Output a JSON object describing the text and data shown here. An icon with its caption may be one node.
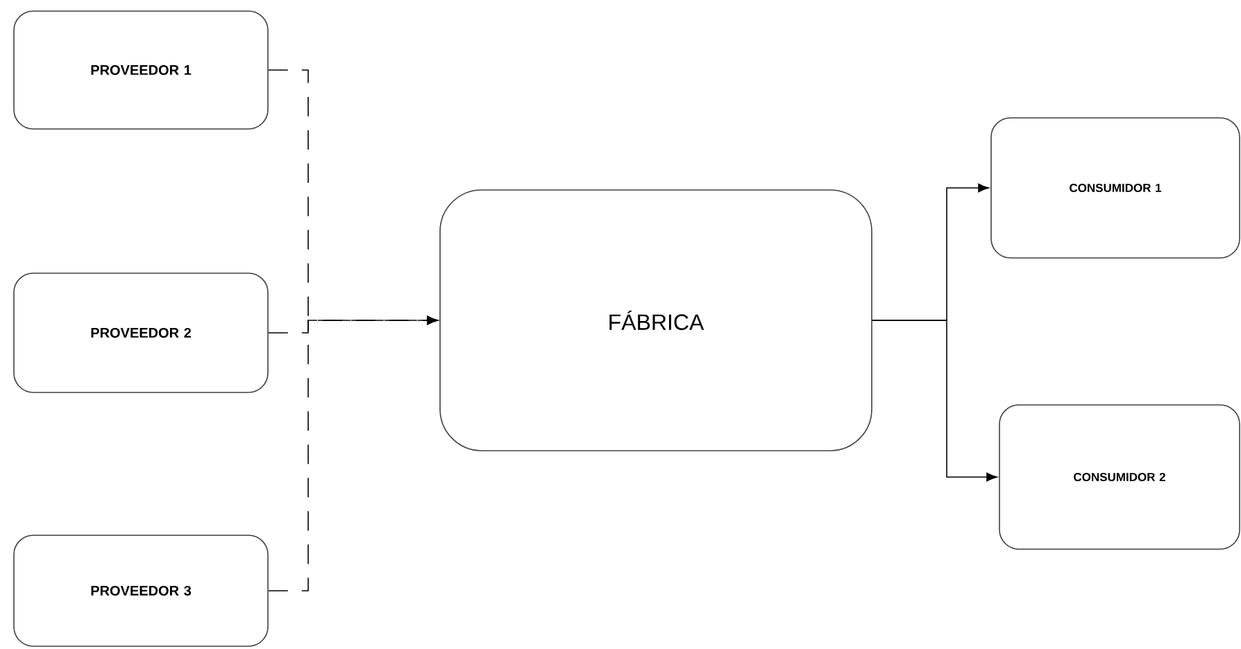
{
  "diagram": {
    "nodes": [
      {
        "text": [
          "PROVEEDOR 1"
        ]
      },
      {
        "text": [
          "PROVEEDOR 2"
        ]
      },
      {
        "text": [
          "PROVEEDOR 3"
        ]
      },
      {
        "text": [
          "FÁBRICA"
        ]
      },
      {
        "text": [
          "CONSUMIDOR 1"
        ]
      },
      {
        "text": [
          "CONSUMIDOR 2"
        ]
      }
    ],
    "edges": [
      {
        "from": 0,
        "to": 3,
        "arrow": "to",
        "style": "dashed"
      },
      {
        "from": 1,
        "to": 3,
        "arrow": "to",
        "style": "dashed"
      },
      {
        "from": 2,
        "to": 3,
        "arrow": "to",
        "style": "dashed"
      },
      {
        "from": 3,
        "to": 4,
        "arrow": "to"
      },
      {
        "from": 3,
        "to": 5,
        "arrow": "to"
      }
    ]
  }
}
